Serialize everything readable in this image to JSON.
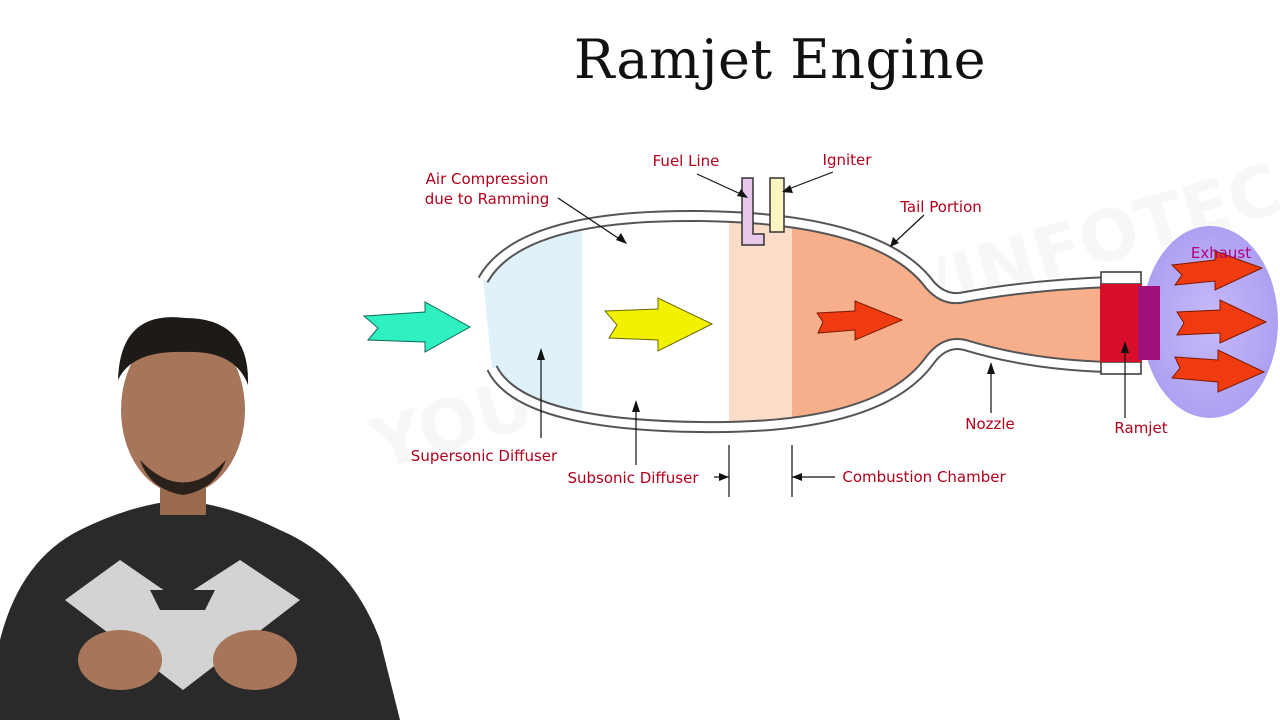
{
  "title": "Ramjet Engine",
  "labels": {
    "air_compression_1": "Air Compression",
    "air_compression_2": "due to Ramming",
    "fuel_line": "Fuel Line",
    "igniter": "Igniter",
    "tail_portion": "Tail Portion",
    "exhaust": "Exhaust",
    "supersonic_diffuser": "Supersonic Diffuser",
    "subsonic_diffuser": "Subsonic Diffuser",
    "combustion_chamber": "Combustion Chamber",
    "nozzle": "Nozzle",
    "ramjet": "Ramjet"
  },
  "watermark": "YOUTUBE.COM/INFOTEC",
  "colors": {
    "label_text": "#b3001b",
    "exhaust_text": "#b0007a",
    "inlet_arrow": "#2ff0c0",
    "diffuser_arrow": "#f2f200",
    "flame_arrow": "#f03a10",
    "supersonic_zone": "#dff1f9",
    "combustion_zone": "#fbdcc9",
    "hot_zone": "#f7ae8a",
    "exhaust_cloud": "#b4a6f5",
    "ramjet_block": "#d80f2a",
    "ramjet_band": "#a0107a",
    "fuel_line": "#e7c7ea",
    "igniter": "#fdf5bf"
  }
}
